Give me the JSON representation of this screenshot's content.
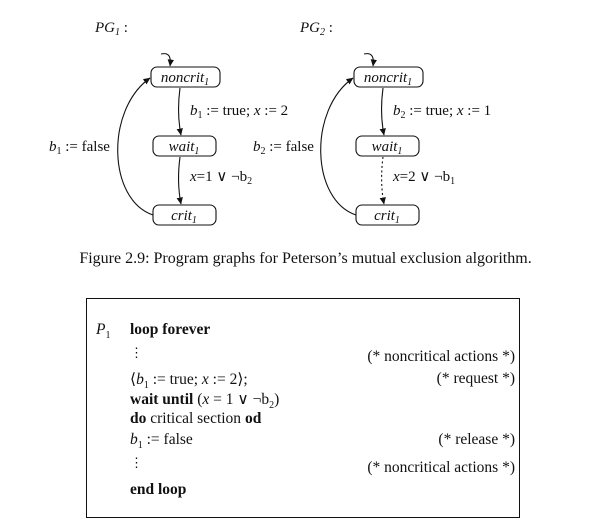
{
  "figure": {
    "pg1": {
      "title": "PG",
      "title_sub": "1",
      "title_colon": " :",
      "nodes": {
        "noncrit": {
          "base": "noncrit",
          "sub": "1"
        },
        "wait": {
          "base": "wait",
          "sub": "1"
        },
        "crit": {
          "base": "crit",
          "sub": "1"
        }
      },
      "edges": {
        "request": {
          "pre": "b",
          "sub": "1",
          "post": " := true; ",
          "var": "x",
          "tail": " := 2"
        },
        "guard": {
          "pre": "x",
          "mid": "=1 ∨ ¬b",
          "sub": "2"
        },
        "release": {
          "pre": "b",
          "sub": "1",
          "post": " := false"
        }
      }
    },
    "pg2": {
      "title": "PG",
      "title_sub": "2",
      "title_colon": " :",
      "nodes": {
        "noncrit": {
          "base": "noncrit",
          "sub": "1"
        },
        "wait": {
          "base": "wait",
          "sub": "1"
        },
        "crit": {
          "base": "crit",
          "sub": "1"
        }
      },
      "edges": {
        "request": {
          "pre": "b",
          "sub": "2",
          "post": " := true; ",
          "var": "x",
          "tail": " := 1"
        },
        "guard": {
          "pre": "x",
          "mid": "=2 ∨ ¬b",
          "sub": "1"
        },
        "release": {
          "pre": "b",
          "sub": "2",
          "post": " := false"
        }
      }
    },
    "caption": "Figure 2.9: Program graphs for Peterson’s mutual exclusion algorithm."
  },
  "algorithm": {
    "proc": "P",
    "proc_sub": "1",
    "loop_forever": "loop forever",
    "vdots": "⋮",
    "line_req": {
      "open": "⟨",
      "b": "b",
      "sub": "1",
      "rest": " := true; ",
      "x": "x",
      "tail": " := 2⟩;"
    },
    "wait_kw": "wait until",
    "wait_expr": {
      "open": " (",
      "x": "x",
      "mid": " = 1  ∨  ¬b",
      "sub": "2",
      "close": ")"
    },
    "do_kw": "do",
    "critical": " critical section ",
    "od_kw": "od",
    "line_rel": {
      "b": "b",
      "sub": "1",
      "rest": " := false"
    },
    "end_loop": "end loop",
    "comments": {
      "noncrit1": "(* noncritical actions *)",
      "request": "(* request *)",
      "release": "(* release *)",
      "noncrit2": "(* noncritical actions *)"
    }
  }
}
